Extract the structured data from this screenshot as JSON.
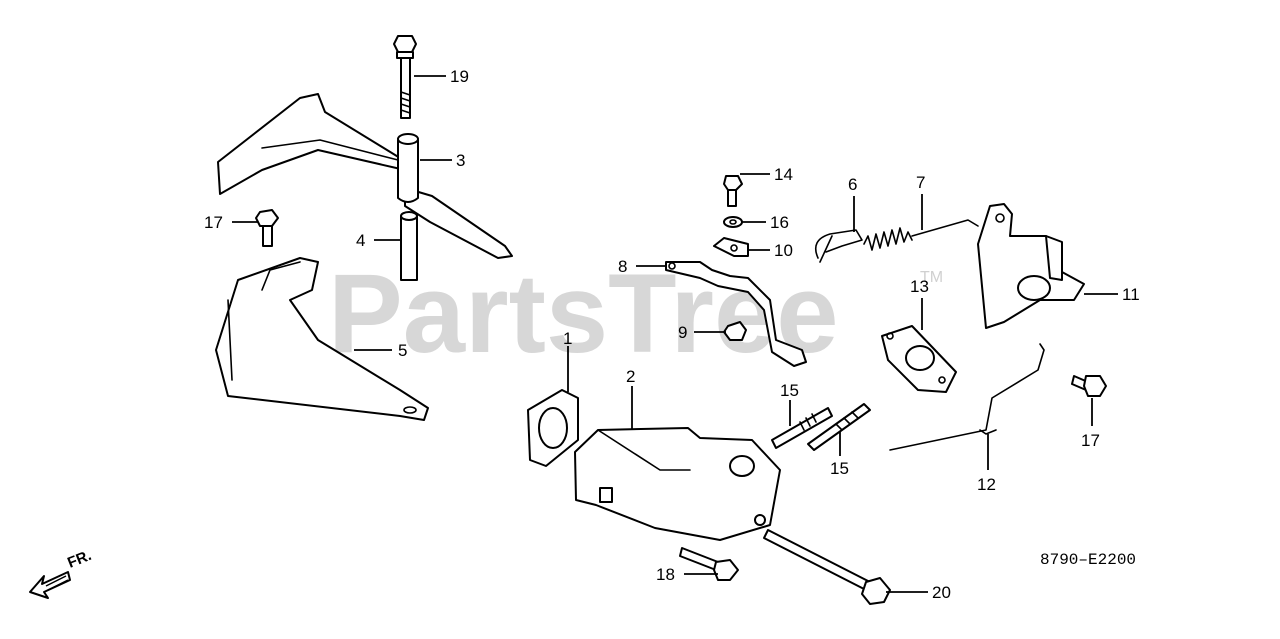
{
  "watermark": {
    "text": "PartsTree",
    "trademark": "TM"
  },
  "diagram_code": "8790–E2200",
  "direction_label": "FR.",
  "icons": {
    "direction": "front-direction-arrow-icon"
  },
  "callouts": {
    "c1": "1",
    "c2": "2",
    "c3": "3",
    "c4": "4",
    "c5": "5",
    "c6": "6",
    "c7": "7",
    "c8": "8",
    "c9": "9",
    "c10": "10",
    "c11": "11",
    "c12": "12",
    "c13": "13",
    "c14": "14",
    "c15a": "15",
    "c15b": "15",
    "c16": "16",
    "c17a": "17",
    "c17b": "17",
    "c18": "18",
    "c19": "19",
    "c20": "20"
  }
}
